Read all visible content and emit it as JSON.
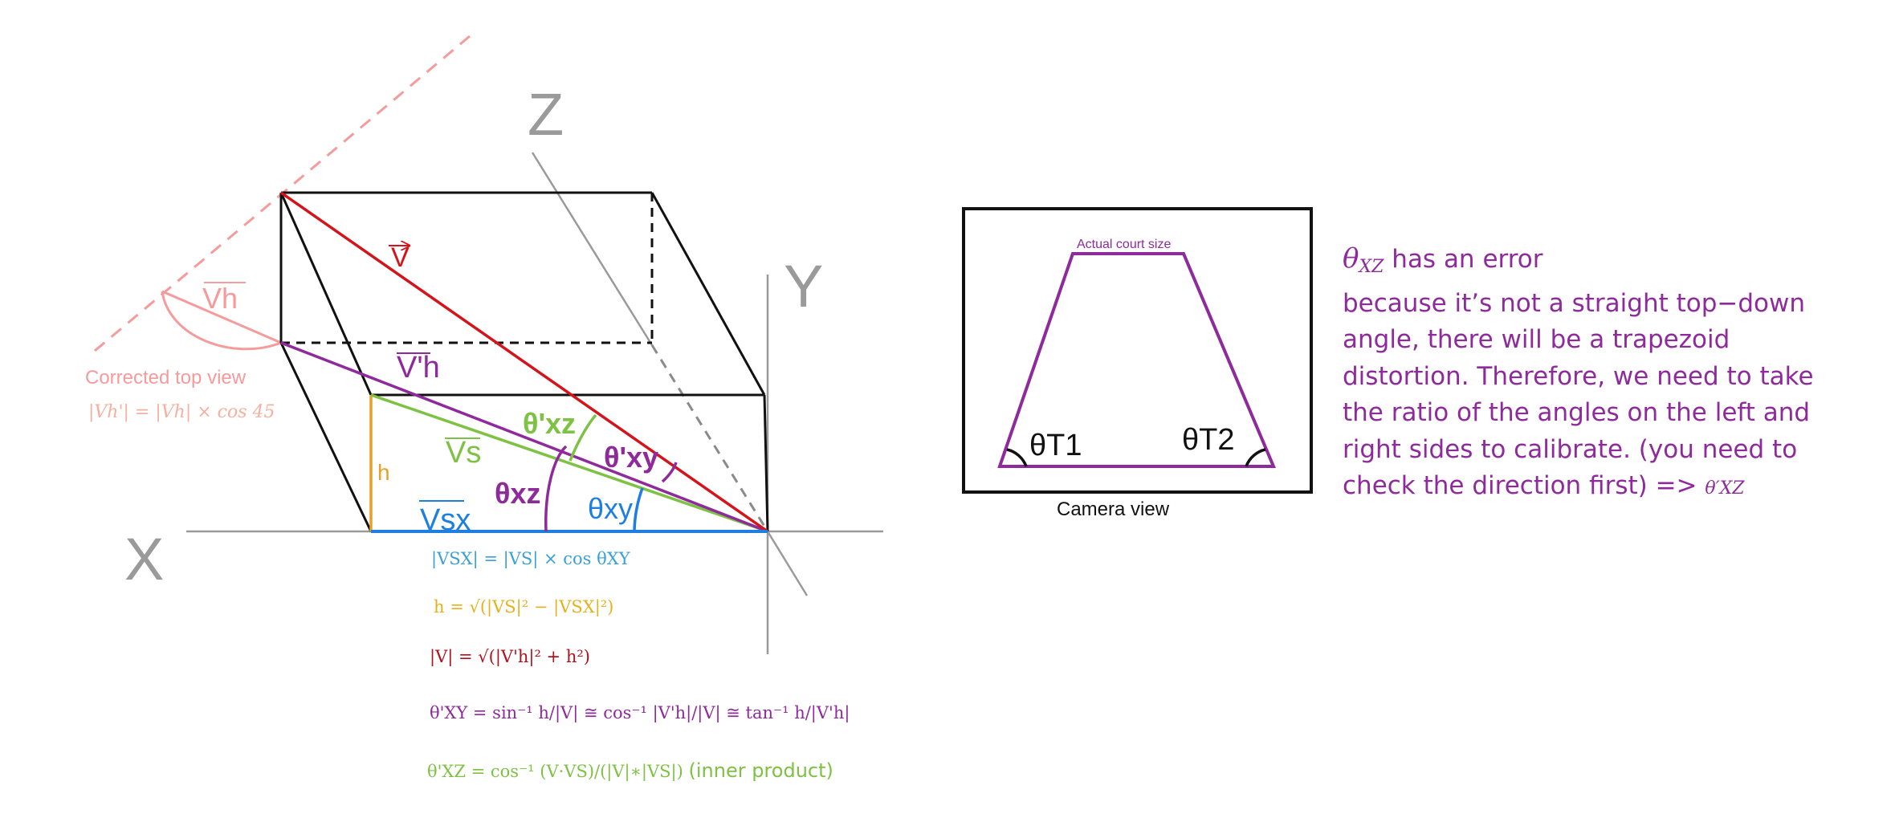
{
  "axes": {
    "x": "X",
    "y": "Y",
    "z": "Z"
  },
  "vectors": {
    "v": "V",
    "v_h": "Vh",
    "v_prime_h": "V'h",
    "v_s": "Vs",
    "v_sx": "Vsx",
    "h": "h"
  },
  "angles": {
    "theta_prime_xz": "θ'xz",
    "theta_prime_xy": "θ'xy",
    "theta_xz": "θxz",
    "theta_xy": "θxy"
  },
  "corrected": {
    "title": "Corrected top view",
    "formula": "|Vh'| = |Vh| × cos 45"
  },
  "formulas": {
    "vsx": "|VSX| = |VS| × cos θXY",
    "h": "h = √(|VS|² − |VSX|²)",
    "v": "|V| = √(|V'h|² + h²)",
    "theta_xy": "θ'XY = sin⁻¹ h/|V| ≅ cos⁻¹ |V'h|/|V| ≅ tan⁻¹ h/|V'h|",
    "theta_xz": "θ'XZ = cos⁻¹ (V·VS)/(|V|∗|VS|)",
    "theta_xz_note": "(inner product)"
  },
  "camera": {
    "court_label": "Actual court size",
    "caption": "Camera view",
    "theta_t1": "θT1",
    "theta_t2": "θT2"
  },
  "note": {
    "theta": "θ",
    "sub": "XZ",
    "line1_rest": " has an error",
    "body": "because it’s not a straight top−down angle, there will be a trapezoid distortion. Therefore, we need to take the ratio of the angles on the left and right sides to calibrate. (you need to check the direction first) => ",
    "tail": "θ′XZ"
  },
  "colors": {
    "red": "#d4131b",
    "purple": "#8e2a9b",
    "green": "#7dc242",
    "blue": "#1f7fe0",
    "orange": "#e6a12a",
    "pink": "#f59b9b",
    "gray": "#9a9a9a",
    "black": "#111111"
  }
}
